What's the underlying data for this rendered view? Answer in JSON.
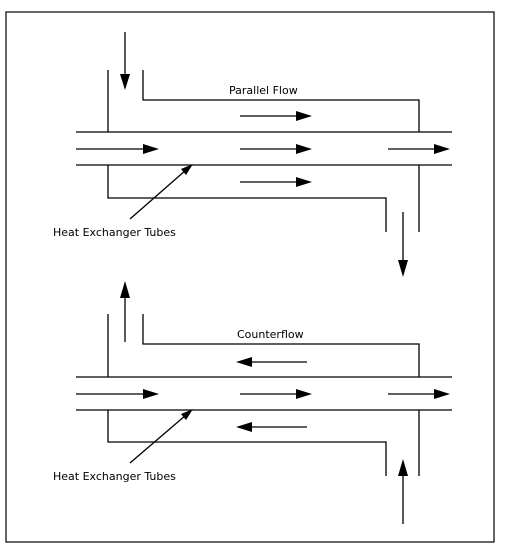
{
  "diagram": {
    "parallel_title": "Parallel Flow",
    "counter_title": "Counterflow",
    "tubes_label_top": "Heat Exchanger Tubes",
    "tubes_label_bottom": "Heat Exchanger Tubes"
  }
}
